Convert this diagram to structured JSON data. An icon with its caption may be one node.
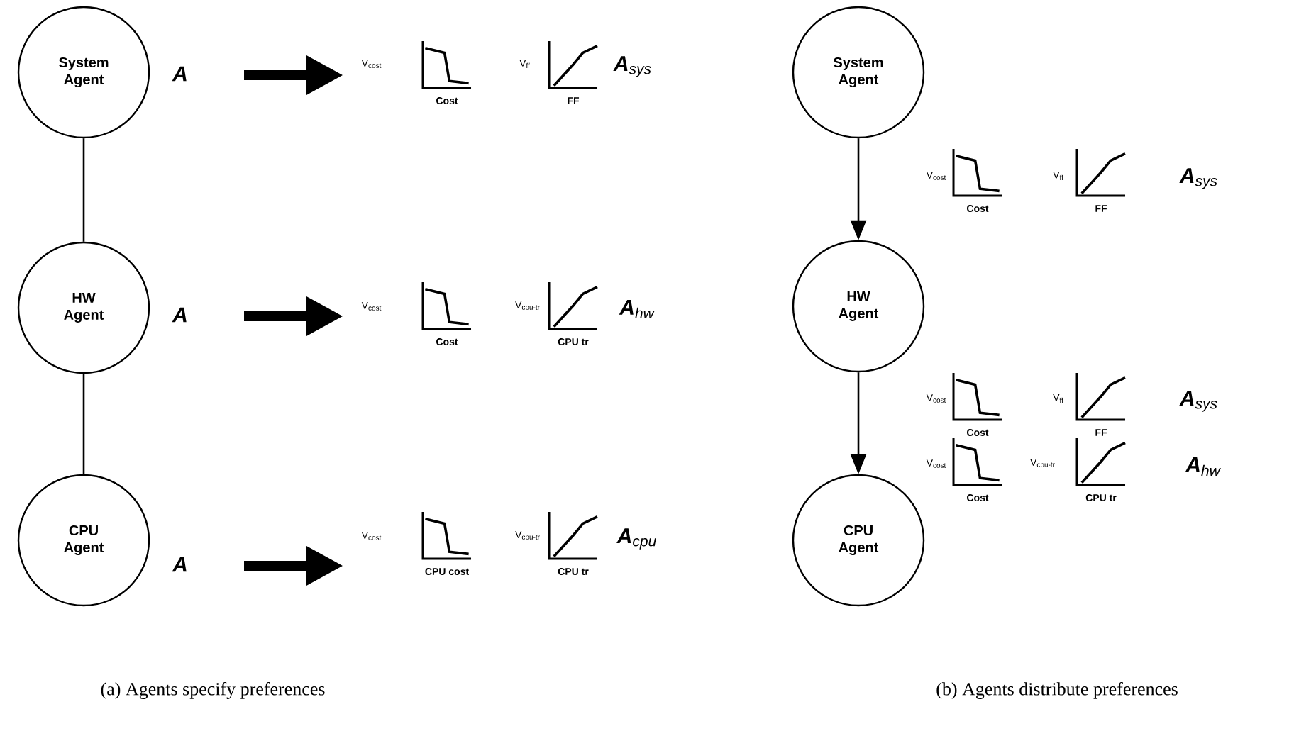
{
  "diagram": {
    "nodes": [
      {
        "text": [
          "System Agent"
        ]
      },
      {
        "text": [
          "HW Agent"
        ]
      },
      {
        "text": [
          "CPU Agent"
        ]
      },
      {
        "text": [
          "System Agent"
        ]
      },
      {
        "text": [
          "HW Agent"
        ]
      },
      {
        "text": [
          "CPU Agent"
        ]
      }
    ],
    "edges": [
      {
        "from": 0,
        "to": 1,
        "arrow": "none"
      },
      {
        "from": 1,
        "to": 2,
        "arrow": "none"
      },
      {
        "from": 3,
        "to": 4,
        "arrow": "to"
      },
      {
        "from": 4,
        "to": 5,
        "arrow": "to"
      }
    ],
    "labels": [
      "A",
      "V$_{cost}$",
      "Cost",
      "V$_{ff}$",
      "FF",
      "**A**$_{sys}$",
      "A",
      "V$_{cost}$",
      "Cost",
      "V$_{cpu-tr}$",
      "CPU tr",
      "**A**$_{hw}$",
      "A",
      "V$_{cost}$",
      "CPU cost",
      "V$_{cpu-tr}$",
      "CPU tr",
      "**A**$_{cpu}$",
      "V$_{cost}$",
      "Cost",
      "V$_{ff}$",
      "FF",
      "**A**$_{sys}$",
      "V$_{cost}$",
      "Cost",
      "V$_{ff}$",
      "FF",
      "**A**$_{sys}$",
      "V$_{cost}$",
      "Cost",
      "V$_{cpu-tr}$",
      "CPU tr",
      "**A**$_{hw}$",
      "(a) Agents specify preferences",
      "(b) Agents distribute preferences"
    ]
  }
}
